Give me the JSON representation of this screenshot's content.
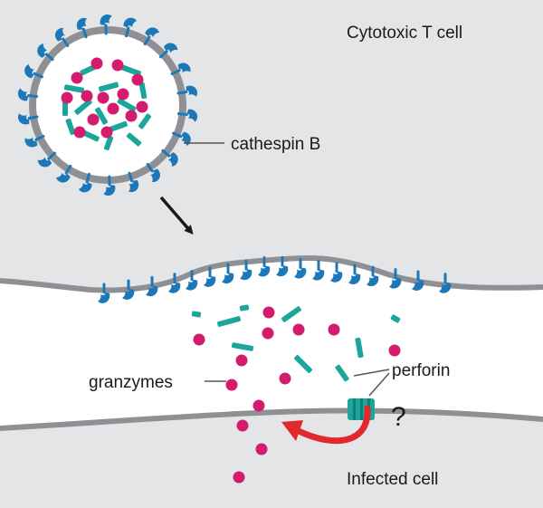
{
  "labels": {
    "t_cell": "Cytotoxic T cell",
    "cathepsin": "cathespin B",
    "granzymes": "granzymes",
    "perforin": "perforin",
    "question": "?",
    "infected_cell": "Infected cell"
  },
  "colors": {
    "cytoplasm": "#e4e5e7",
    "membrane": "#8e9094",
    "receptor_blue": "#1d78b8",
    "granzyme_pink": "#d31c6e",
    "perforin_teal": "#1ba59b",
    "arrow_red": "#e0282d",
    "arrow_black": "#1a1a1a"
  },
  "icons": {
    "receptor": "receptor-icon",
    "granzyme": "granzyme-icon",
    "perforin": "perforin-icon",
    "perforin_pore": "perforin-pore-icon",
    "flow_arrow": "arrow-down-right-icon",
    "return_arrow": "curved-arrow-icon"
  }
}
